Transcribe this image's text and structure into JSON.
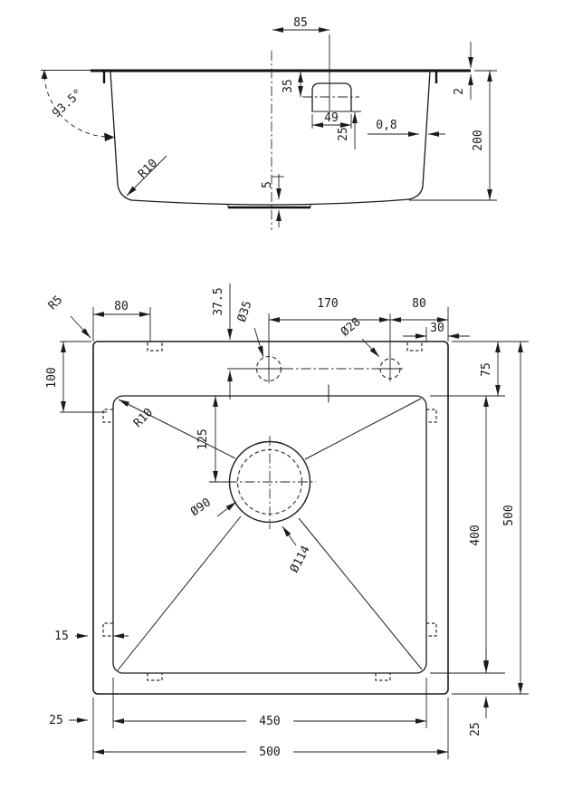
{
  "document": {
    "type": "technical-drawing",
    "subject": "top-mount kitchen sink, section and plan views"
  },
  "section": {
    "d85": "85",
    "d35": "35",
    "d49": "49",
    "d25": "25",
    "d08": "0,8",
    "d2": "2",
    "d200": "200",
    "angle": "93.5°",
    "r10": "R10",
    "d5": "5"
  },
  "plan": {
    "r5": "R5",
    "d80_left": "80",
    "d100": "100",
    "d37_5": "37.5",
    "phi35": "Ø35",
    "d170": "170",
    "phi28": "Ø28",
    "d80_right": "80",
    "d30": "30",
    "d75": "75",
    "r10": "R10",
    "d125": "125",
    "phi90": "Ø90",
    "phi114": "Ø114",
    "d400": "400",
    "d500_right": "500",
    "d15": "15",
    "d25_left": "25",
    "d450": "450",
    "d500_bottom": "500",
    "d25_right": "25"
  }
}
